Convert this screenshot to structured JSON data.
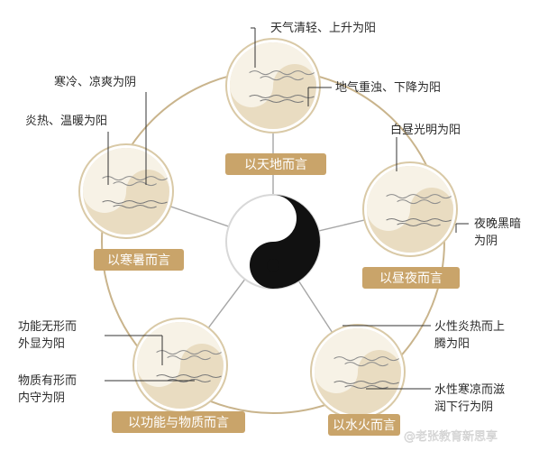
{
  "center": {
    "name": "taiji-symbol"
  },
  "colors": {
    "ring": "#c9b48c",
    "pill": "#c9a46a",
    "medallion": "#e9dcc1",
    "spoke": "#a6a6a6"
  },
  "nodes": [
    {
      "title": "以天地而言",
      "notes": [
        [
          "天气清轻、上升为阳"
        ],
        [
          "地气重浊、下降为阳"
        ]
      ]
    },
    {
      "title": "以昼夜而言",
      "notes": [
        [
          "白昼光明为阳"
        ],
        [
          "夜晚黑暗",
          "为阴"
        ]
      ]
    },
    {
      "title": "以水火而言",
      "notes": [
        [
          "火性炎热而上",
          "腾为阳"
        ],
        [
          "水性寒凉而滋",
          "润下行为阴"
        ]
      ]
    },
    {
      "title": "以功能与物质而言",
      "notes": [
        [
          "功能无形而",
          "外显为阳"
        ],
        [
          "物质有形而",
          "内守为阴"
        ]
      ]
    },
    {
      "title": "以寒暑而言",
      "notes": [
        [
          "寒冷、凉爽为阴"
        ],
        [
          "炎热、温暖为阳"
        ]
      ]
    }
  ],
  "watermark": "@老张教育新思享"
}
